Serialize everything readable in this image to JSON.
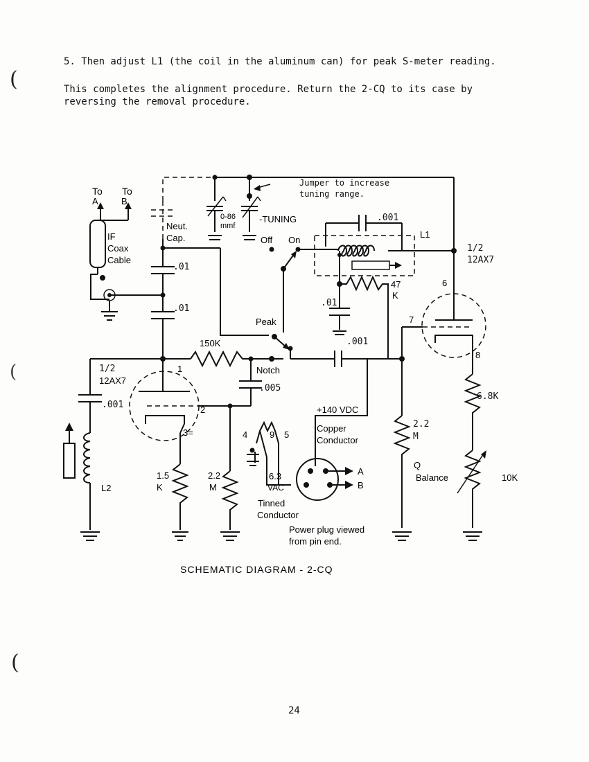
{
  "instructions": {
    "step5": "5.  Then adjust L1 (the coil in the aluminum can) for peak S-meter reading.",
    "para_line1": "This completes the alignment procedure.  Return the 2-CQ to its case by",
    "para_line2": "reversing the removal procedure."
  },
  "schematic": {
    "to_label": "To",
    "a_label": "A",
    "b_label": "B",
    "if_coax_1": "IF",
    "if_coax_2": "Coax",
    "if_coax_3": "Cable",
    "neut_1": "Neut.",
    "neut_2": "Cap.",
    "cap_range": "0-86",
    "cap_unit": "mmf",
    "tuning": "-TUNING",
    "jumper_1": "Jumper to increase",
    "jumper_2": "tuning range.",
    "off_label": "Off",
    "on_label": "On",
    "c001_top": ".001",
    "l1_label": "L1",
    "tube_half_right_1": "1/2",
    "tube_half_right_2": "12AX7",
    "r47_1": "47",
    "r47_2": "K",
    "pin6": "6",
    "pin7": "7",
    "pin8": "8",
    "c01_a": ".01",
    "c01_b": ".01",
    "c01_c": ".01",
    "peak_label": "Peak",
    "c001_mid": ".001",
    "r150k": "150K",
    "notch_label": "Notch",
    "c005": ".005",
    "tube_half_left_1": "1/2",
    "tube_half_left_2": "12AX7",
    "pin1": "1",
    "pin2": "2",
    "pin3": "3=",
    "c001_left": ".001",
    "r68k": "6.8K",
    "b140": "+140 VDC",
    "copper_1": "Copper",
    "copper_2": "Conductor",
    "r22m_right_1": "2.2",
    "r22m_right_2": "M",
    "plug_pin4": "4",
    "plug_pin9": "9",
    "plug_pin5": "5",
    "q_balance_1": "Q",
    "q_balance_2": "Balance",
    "r10k": "10K",
    "r15k_1": "1.5",
    "r15k_2": "K",
    "r22m_left_1": "2.2",
    "r22m_left_2": "M",
    "vac_1": "6.3",
    "vac_2": "VAC",
    "plug_a": "A",
    "plug_b": "B",
    "l2_label": "L2",
    "tinned_1": "Tinned",
    "tinned_2": "Conductor",
    "plug_note_1": "Power plug viewed",
    "plug_note_2": "from pin end."
  },
  "caption": "SCHEMATIC  DIAGRAM  -  2-CQ",
  "page_number": "24"
}
